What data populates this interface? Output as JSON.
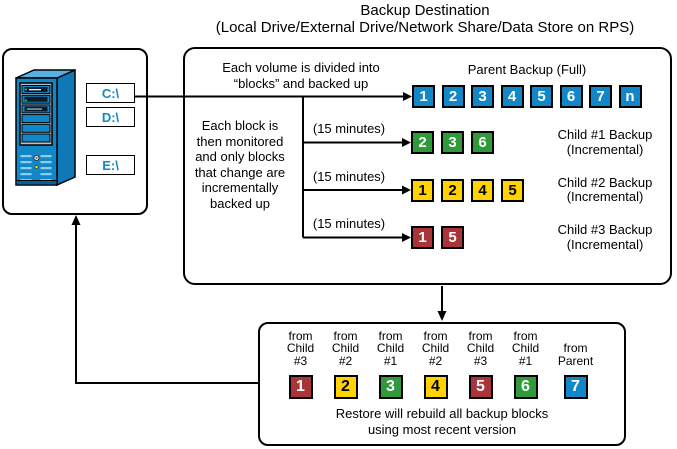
{
  "title": {
    "lines": [
      "Backup Destination",
      "(Local Drive/External Drive/Network Share/Data Store on RPS)"
    ]
  },
  "server": {
    "drives": [
      "C:\\",
      "D:\\",
      "E:\\"
    ]
  },
  "colors": {
    "block_fill": {
      "blue": "#1287c8",
      "green": "#2f9a3a",
      "yellow": "#ffd200",
      "red": "#a93439"
    },
    "block_text": {
      "blue": "#ffffff",
      "green": "#ffffff",
      "yellow": "#000000",
      "red": "#ffffff"
    },
    "line": "#000000",
    "drive_label_text": "#1287c8"
  },
  "backup_box": {
    "volume_note_lines": [
      "Each volume is divided into",
      "“blocks” and backed up"
    ],
    "parent_label": "Parent Backup (Full)",
    "parent_blocks": {
      "color": "blue",
      "labels": [
        "1",
        "2",
        "3",
        "4",
        "5",
        "6",
        "7",
        "n"
      ]
    },
    "monitor_note_lines": [
      "Each block is",
      "then monitored",
      "and only blocks",
      "that change are",
      "incrementally",
      "backed up"
    ],
    "child_rows": [
      {
        "interval": "(15 minutes)",
        "blocks": {
          "color": "green",
          "labels": [
            "2",
            "3",
            "6"
          ]
        },
        "label_lines": [
          "Child #1 Backup",
          "(Incremental)"
        ]
      },
      {
        "interval": "(15 minutes)",
        "blocks": {
          "color": "yellow",
          "labels": [
            "1",
            "2",
            "4",
            "5"
          ]
        },
        "label_lines": [
          "Child #2 Backup",
          "(Incremental)"
        ]
      },
      {
        "interval": "(15 minutes)",
        "blocks": {
          "color": "red",
          "labels": [
            "1",
            "5"
          ]
        },
        "label_lines": [
          "Child #3 Backup",
          "(Incremental)"
        ]
      }
    ]
  },
  "restore_box": {
    "columns": [
      {
        "source_lines": [
          "from",
          "Child",
          "#3"
        ],
        "block": {
          "label": "1",
          "color": "red"
        }
      },
      {
        "source_lines": [
          "from",
          "Child",
          "#2"
        ],
        "block": {
          "label": "2",
          "color": "yellow"
        }
      },
      {
        "source_lines": [
          "from",
          "Child",
          "#1"
        ],
        "block": {
          "label": "3",
          "color": "green"
        }
      },
      {
        "source_lines": [
          "from",
          "Child",
          "#2"
        ],
        "block": {
          "label": "4",
          "color": "yellow"
        }
      },
      {
        "source_lines": [
          "from",
          "Child",
          "#3"
        ],
        "block": {
          "label": "5",
          "color": "red"
        }
      },
      {
        "source_lines": [
          "from",
          "Child",
          "#1"
        ],
        "block": {
          "label": "6",
          "color": "green"
        }
      },
      {
        "source_lines": [
          "from",
          "Parent"
        ],
        "block": {
          "label": "7",
          "color": "blue"
        }
      }
    ],
    "caption_lines": [
      "Restore will rebuild all backup blocks",
      "using most recent version"
    ]
  }
}
